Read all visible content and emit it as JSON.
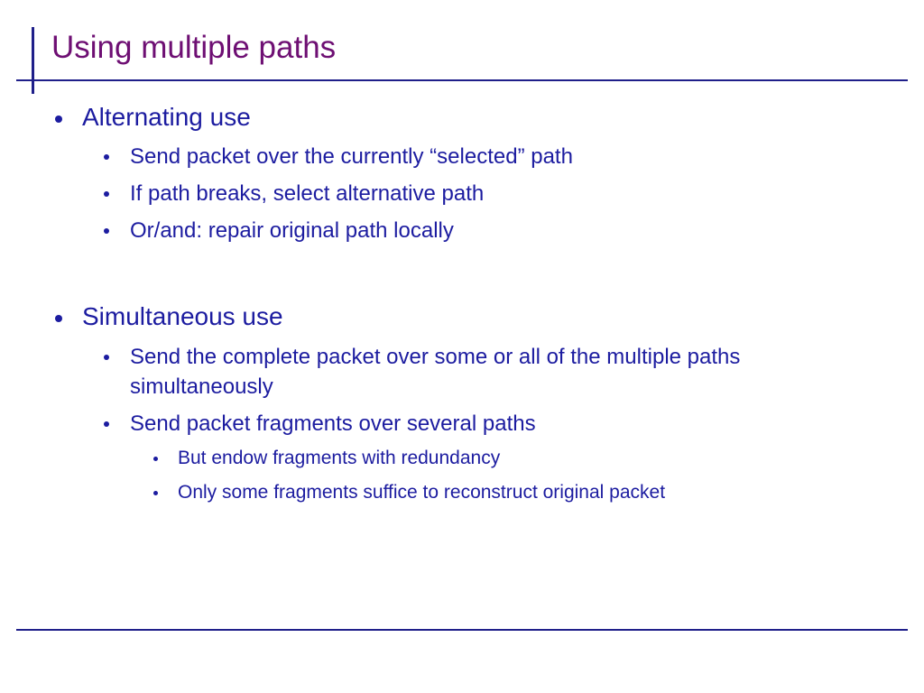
{
  "title": "Using multiple paths",
  "colors": {
    "title": "#6e0f73",
    "text": "#1c1ca0",
    "rules": "#1f1f8a"
  },
  "sections": [
    {
      "label": "Alternating use",
      "items": [
        {
          "label": "Send packet over the currently “selected” path"
        },
        {
          "label": "If path breaks, select alternative path"
        },
        {
          "label": "Or/and: repair original path locally"
        }
      ]
    },
    {
      "label": "Simultaneous use",
      "items": [
        {
          "label": "Send the complete packet over some or all of the multiple paths simultaneously"
        },
        {
          "label": "Send packet fragments over several paths",
          "items": [
            {
              "label": "But endow fragments with redundancy"
            },
            {
              "label": "Only some fragments suffice to reconstruct original packet"
            }
          ]
        }
      ]
    }
  ]
}
